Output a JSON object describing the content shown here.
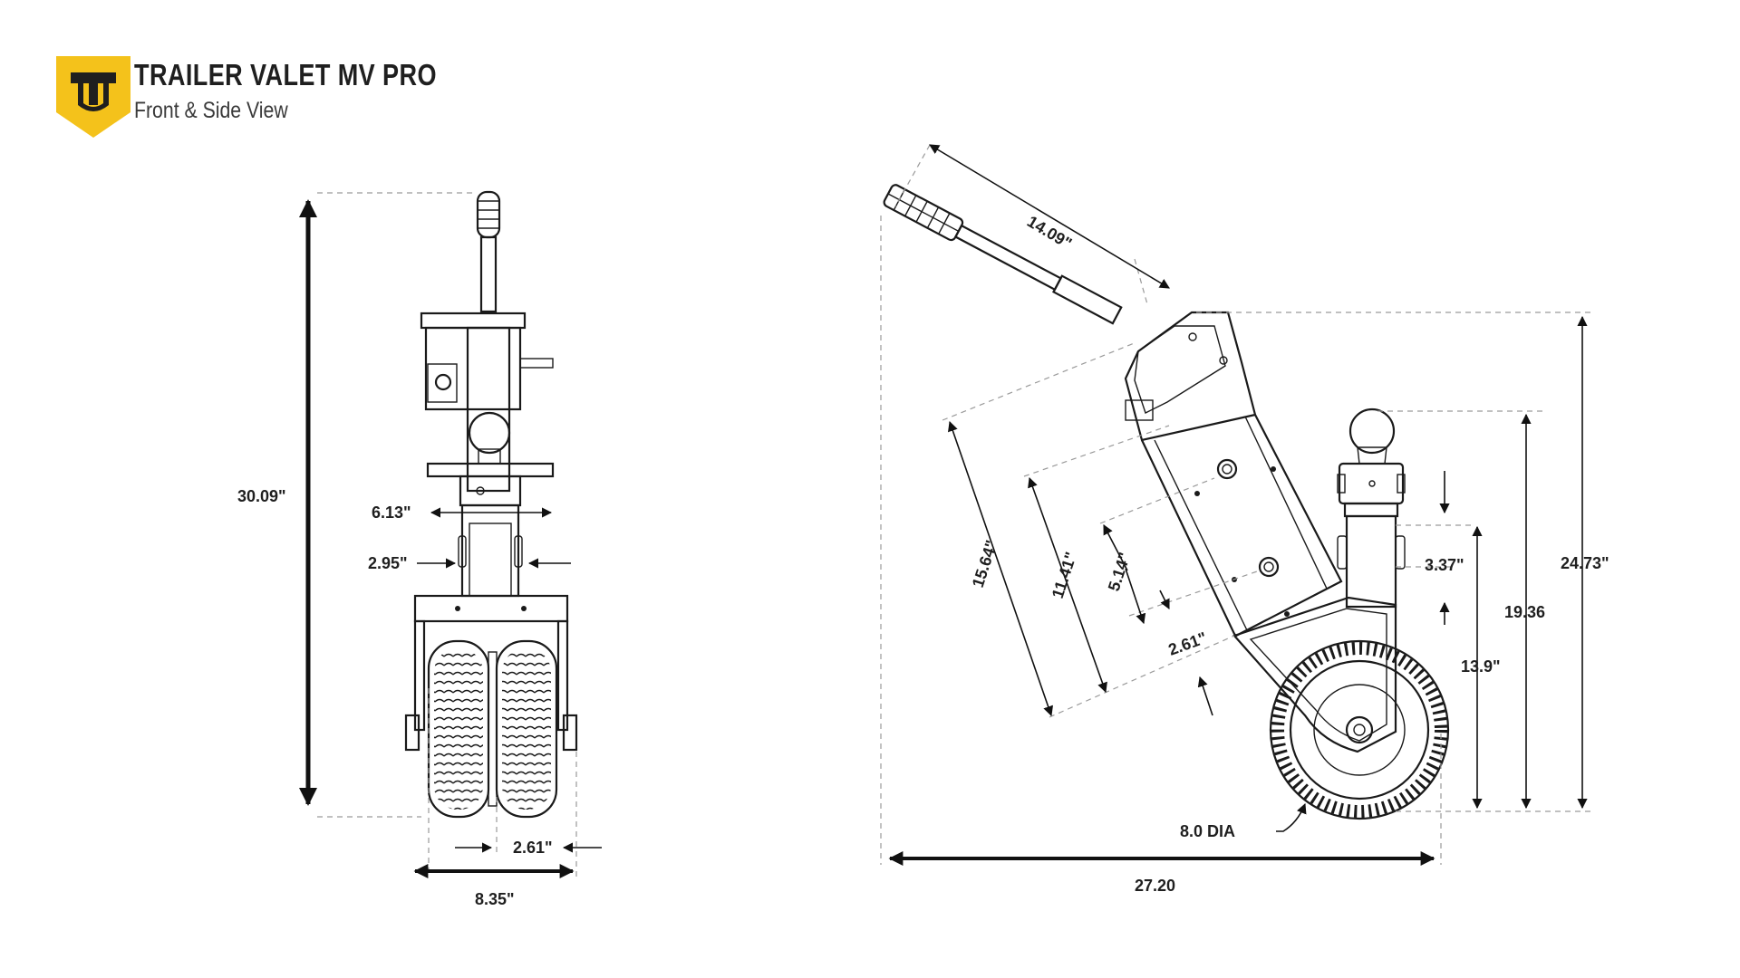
{
  "header": {
    "title": "TRAILER VALET MV PRO",
    "subtitle": "Front & Side View",
    "logo": {
      "icon": "trailer-valet-shield-logo",
      "color": "#f4c21b",
      "mark_color": "#1f1f1f"
    }
  },
  "front_view": {
    "dimensions": {
      "overall_height": "30.09\"",
      "frame_width": "6.13\"",
      "tube_width": "2.95\"",
      "wheel_width": "2.61\"",
      "overall_width": "8.35\""
    }
  },
  "side_view": {
    "dimensions": {
      "handle_length": "14.09\"",
      "body_length": "15.64\"",
      "lower_body_length": "11.41\"",
      "hole_spacing": "5.14\"",
      "body_width": "2.61\"",
      "ball_offset": "3.37\"",
      "ball_height": "19.36",
      "receiver_height": "13.9\"",
      "overall_height": "24.73\"",
      "wheel_diameter": "8.0 DIA",
      "overall_length": "27.20"
    }
  }
}
